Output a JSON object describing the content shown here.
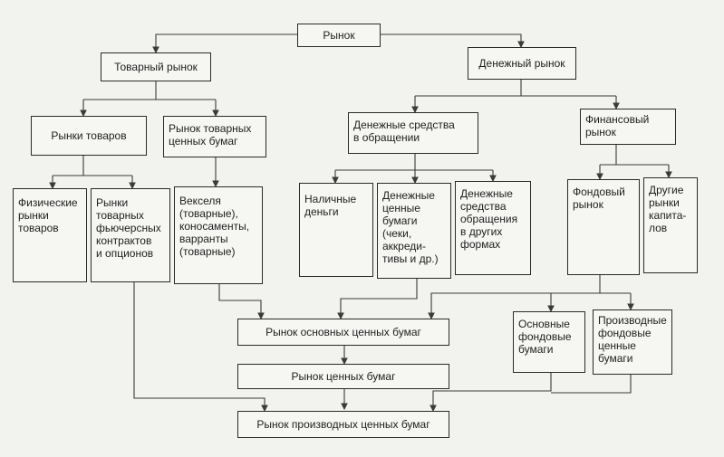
{
  "nodes": {
    "market": "Рынок",
    "commodity_market": "Товарный рынок",
    "money_market": "Денежный рынок",
    "goods_markets": "Рынки товаров",
    "commodity_securities_market": "Рынок товарных\nценных бумаг",
    "money_in_circulation": "Денежные средства\nв обращении",
    "financial_market": "Финансовый\nрынок",
    "physical_goods_markets": "Физические\nрынки\nтоваров",
    "futures_options_markets": "Рынки\nтоварных\nфьючерсных\nконтрактов\nи опционов",
    "bills_warrants": "Векселя\n(товарные),\nконосаменты,\nварранты\n(товарные)",
    "cash": "Наличные\nденьги",
    "money_securities": "Денежные\nценные\nбумаги\n(чеки,\nаккреди-\nтивы и др.)",
    "other_money_forms": "Денежные\nсредства\nобращения\nв других\nформах",
    "stock_market": "Фондовый\nрынок",
    "other_capital_markets": "Другие\nрынки\nкапита-\nлов",
    "primary_securities_market": "Рынок основных ценных бумаг",
    "basic_stock_securities": "Основные\nфондовые\nбумаги",
    "derivative_stock_securities": "Производные\nфондовые\nценные\nбумаги",
    "securities_market": "Рынок ценных бумаг",
    "derivative_securities_market": "Рынок производных ценных бумаг"
  }
}
